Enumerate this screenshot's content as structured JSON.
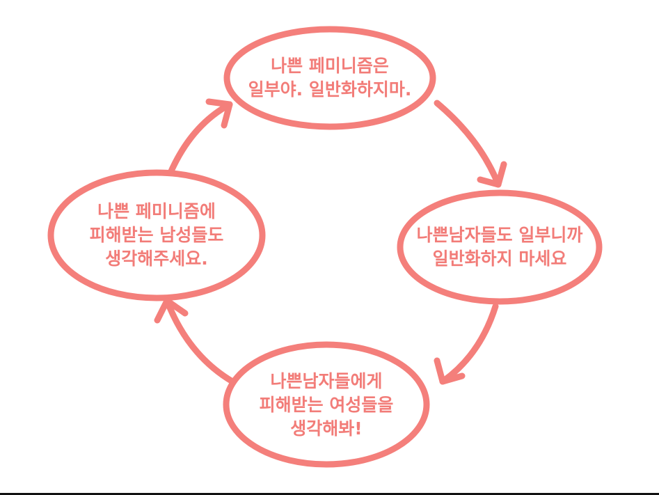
{
  "diagram": {
    "accent_color": "#f47f7b",
    "nodes": [
      {
        "id": "top",
        "text": "나쁜 페미니즘은\n일부야. 일반화하지마."
      },
      {
        "id": "right",
        "text": "나쁜남자들도 일부니까\n일반화하지 마세요"
      },
      {
        "id": "bottom",
        "text": "나쁜남자들에게\n피해받는 여성들을\n생각해봐!"
      },
      {
        "id": "left",
        "text": "나쁜 페미니즘에\n피해받는 남성들도\n생각해주세요."
      }
    ],
    "edges": [
      {
        "from": "top",
        "to": "right"
      },
      {
        "from": "right",
        "to": "bottom"
      },
      {
        "from": "bottom",
        "to": "left"
      },
      {
        "from": "left",
        "to": "top"
      }
    ]
  }
}
